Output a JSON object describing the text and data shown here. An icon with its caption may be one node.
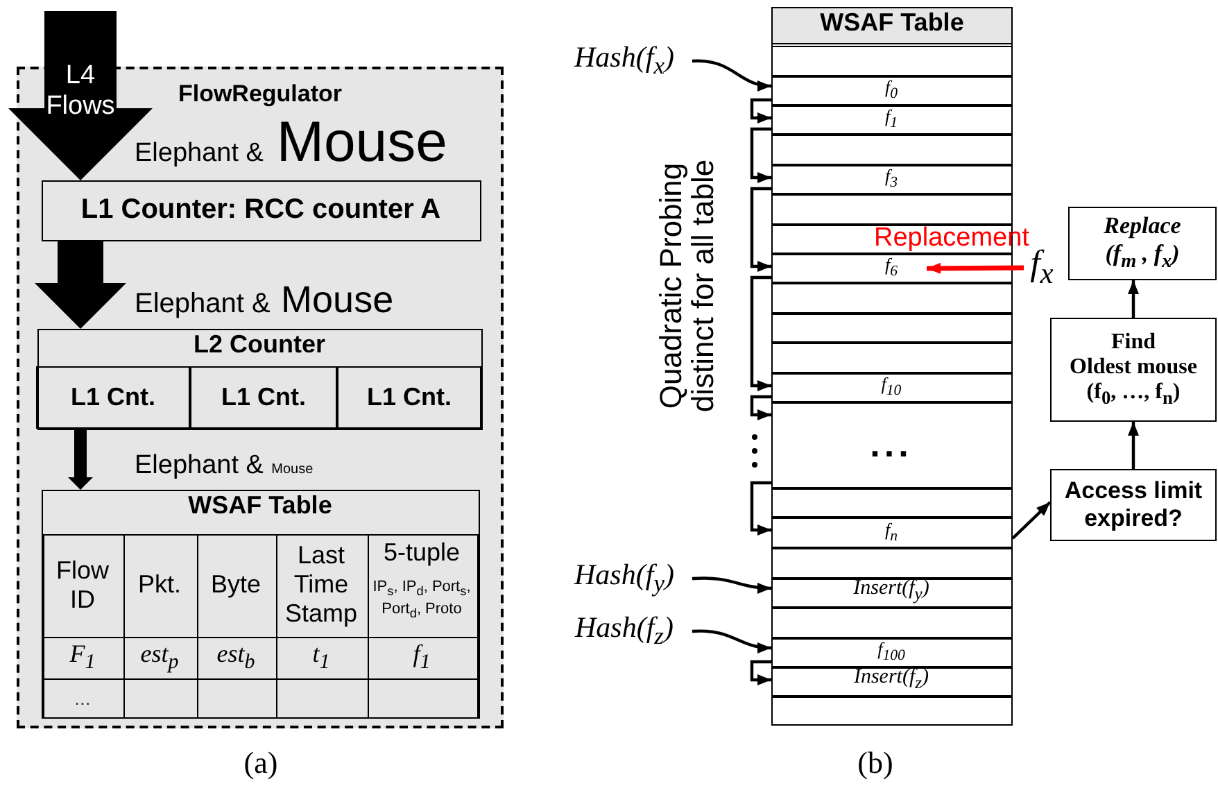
{
  "diagram": {
    "nodes": [
      {
        "text": [
          "FlowRegulator"
        ]
      },
      {
        "text": [
          "L1 Counter: RCC counter A"
        ],
        "in": 0
      },
      {
        "text": [
          "L2 Counter"
        ],
        "in": 0
      },
      {
        "text": [
          "L1 Cnt."
        ],
        "in": 2
      },
      {
        "text": [
          "L1 Cnt."
        ],
        "in": 2
      },
      {
        "text": [
          "L1 Cnt."
        ],
        "in": 2
      },
      {
        "text": [
          "WSAF Table"
        ],
        "in": 0
      },
      {
        "text": [
          "WSAF Table"
        ]
      },
      {
        "text": [],
        "shape": "box",
        "in": 7
      },
      {
        "text": [
          "f$_{0}$"
        ],
        "in": 7
      },
      {
        "text": [
          "f$_{1}$"
        ],
        "in": 7
      },
      {
        "text": [],
        "shape": "box",
        "in": 7
      },
      {
        "text": [
          "f$_{3}$"
        ],
        "in": 7
      },
      {
        "text": [],
        "shape": "box",
        "in": 7
      },
      {
        "text": [],
        "shape": "box",
        "in": 7
      },
      {
        "text": [
          "f$_{6}$"
        ],
        "in": 7
      },
      {
        "text": [],
        "shape": "box",
        "in": 7
      },
      {
        "text": [],
        "shape": "box",
        "in": 7
      },
      {
        "text": [],
        "shape": "box",
        "in": 7
      },
      {
        "text": [
          "f$_{10}$"
        ],
        "in": 7
      },
      {
        "text": [
          "..."
        ],
        "in": 7
      },
      {
        "text": [],
        "shape": "box",
        "in": 7
      },
      {
        "text": [
          "f$_{n}$"
        ],
        "in": 7
      },
      {
        "text": [],
        "shape": "box",
        "in": 7
      },
      {
        "text": [
          "Insert(f$_{y}$)"
        ],
        "in": 7
      },
      {
        "text": [],
        "shape": "box",
        "in": 7
      },
      {
        "text": [
          "f$_{100}$"
        ],
        "in": 7
      },
      {
        "text": [
          "Insert(f$_{z}$)"
        ],
        "in": 7
      },
      {
        "text": [],
        "shape": "box",
        "in": 7
      },
      {
        "text": [
          "Hash(f$_{x}$)"
        ]
      },
      {
        "text": [
          "Hash(f$_{y}$)"
        ]
      },
      {
        "text": [
          "Hash(f$_{z}$)"
        ]
      },
      {
        "text": [
          "f$_{x}$"
        ]
      },
      {
        "text": [
          "Replace",
          "(f$_{m}$ , f$_{x}$)"
        ]
      },
      {
        "text": [
          "Find",
          "Oldest mouse",
          "(f$_{0}$, …, f$_{n}$)"
        ]
      },
      {
        "text": [
          "Access limit expired?"
        ]
      }
    ],
    "edges": [
      {
        "from": null,
        "to": 1,
        "arrow": "to",
        "label": "L4 Flows",
        "style": "thick"
      },
      {
        "from": 1,
        "to": 2,
        "arrow": "to",
        "style": "thick"
      },
      {
        "from": 3,
        "to": 6,
        "arrow": "to",
        "style": "thick"
      },
      {
        "from": 29,
        "to": 9,
        "arrow": "to"
      },
      {
        "from": 9,
        "to": 10,
        "arrow": "to"
      },
      {
        "from": 10,
        "to": 12,
        "arrow": "to"
      },
      {
        "from": 12,
        "to": 15,
        "arrow": "to"
      },
      {
        "from": 15,
        "to": 19,
        "arrow": "to"
      },
      {
        "from": 19,
        "to": 20,
        "arrow": "to"
      },
      {
        "from": 20,
        "to": 22,
        "arrow": "to"
      },
      {
        "from": 30,
        "to": 24,
        "arrow": "to"
      },
      {
        "from": 31,
        "to": 26,
        "arrow": "to"
      },
      {
        "from": 26,
        "to": 27,
        "arrow": "to"
      },
      {
        "from": 32,
        "to": 15,
        "arrow": "to",
        "label": "Replacement",
        "color": "#ff0000"
      },
      {
        "from": 22,
        "to": 35,
        "arrow": "to"
      },
      {
        "from": 35,
        "to": 34,
        "arrow": "to"
      },
      {
        "from": 34,
        "to": 33,
        "arrow": "to"
      }
    ],
    "labels": [
      "Elephant & Mouse",
      "Elephant & Mouse",
      "Elephant & Mouse",
      "Flow ID",
      "Pkt.",
      "Byte",
      "Last Time Stamp",
      "5-tuple",
      "IP$_{s}$, IP$_{d}$, Port$_{s}$, Port$_{d}$, Proto",
      "F$_{1}$",
      "est$_{p}$",
      "est$_{b}$",
      "t$_{1}$",
      "f$_{1}$",
      "...",
      "Quadratic Probing distinct for all table",
      "(a)",
      "(b)"
    ]
  }
}
